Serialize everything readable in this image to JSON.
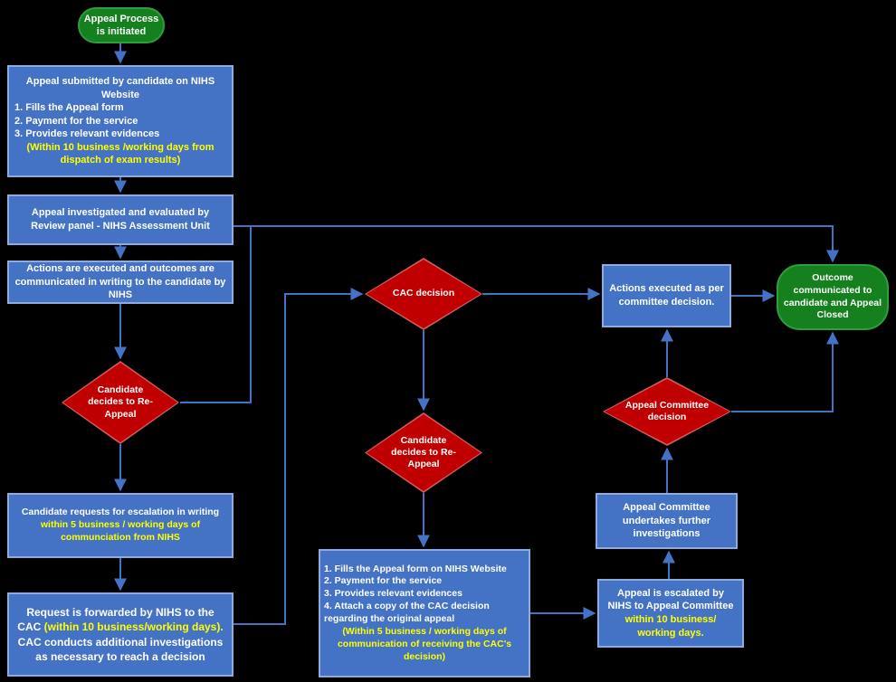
{
  "nodes": {
    "start": {
      "label": "Appeal Process is initiated"
    },
    "submit": {
      "title": "Appeal submitted  by candidate on NIHS Website",
      "items": [
        "1. Fills the Appeal form",
        "2. Payment for the service",
        "3. Provides relevant evidences"
      ],
      "note": "(Within 10 business /working days from dispatch of exam results)"
    },
    "investigated": {
      "text": "Appeal investigated and evaluated by Review panel - NIHS Assessment Unit"
    },
    "actions_communicated": {
      "text": "Actions are executed and outcomes are communicated in writing to the candidate by NIHS"
    },
    "reappeal_decision_1": {
      "label": "Candidate decides to Re-Appeal"
    },
    "escalation_request": {
      "text": "Candidate requests for escalation in writing",
      "note": "within 5 business / working days of communciation from NIHS"
    },
    "forwarded_cac": {
      "seg1": "Request is forwarded by NIHS to the CAC ",
      "seg2": "(within 10 business/working days).",
      "seg3": " CAC conducts additional investigations as necessary to reach a decision"
    },
    "cac_decision": {
      "label": "CAC decision"
    },
    "reappeal_decision_2": {
      "label": "Candidate decides to Re-Appeal"
    },
    "reappeal_steps": {
      "items": [
        "1. Fills the Appeal form on NIHS Website",
        "2. Payment for the service",
        "3. Provides relevant evidences",
        "4. Attach a copy of the CAC decision regarding the original appeal"
      ],
      "note": "(Within 5 business / working days of communication of receiving the CAC's decision)"
    },
    "actions_committee": {
      "text": "Actions executed as per committee decision."
    },
    "outcome": {
      "label": "Outcome communicated to candidate and Appeal Closed"
    },
    "committee_decision": {
      "label": "Appeal Committee decision"
    },
    "committee_investigations": {
      "text": "Appeal Committee undertakes further investigations"
    },
    "escalated_committee": {
      "seg1": "Appeal is escalated by NIHS to Appeal Committee ",
      "seg2": "within 10 business/ working days."
    }
  },
  "colors": {
    "background": "#000000",
    "process_fill": "#4472C4",
    "process_border": "#8FAADC",
    "decision_fill": "#C00000",
    "terminator_fill": "#15801E",
    "connector": "#4472C4",
    "highlight_text": "#FFFF00",
    "text": "#FFFFFF"
  }
}
